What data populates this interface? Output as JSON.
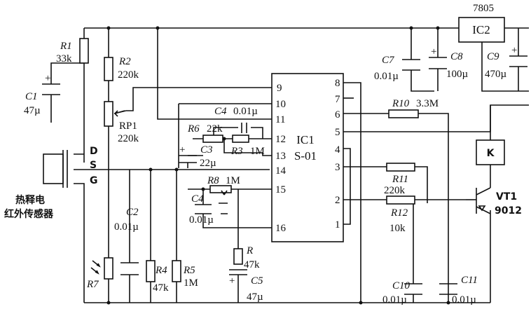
{
  "components": {
    "r1": {
      "ref": "R1",
      "value": "33k"
    },
    "r2": {
      "ref": "R2",
      "value": "220k"
    },
    "rp1": {
      "ref": "RP1",
      "value": "220k"
    },
    "c1": {
      "ref": "C1",
      "value": "47µ"
    },
    "c2": {
      "ref": "C2",
      "value": "0.01µ"
    },
    "c3": {
      "ref": "C3",
      "value": "22µ"
    },
    "c4": {
      "ref": "C4",
      "value": "0.01µ"
    },
    "c4b": {
      "ref": "C4",
      "value": "0.01µ"
    },
    "r6": {
      "ref": "R6",
      "value": "22k"
    },
    "r3": {
      "ref": "R3",
      "value": "1M"
    },
    "r8": {
      "ref": "R8",
      "value": "1M"
    },
    "r7": {
      "ref": "R7"
    },
    "r4": {
      "ref": "R4",
      "value": "47k"
    },
    "r5": {
      "ref": "R5",
      "value": "1M"
    },
    "r": {
      "ref": "R",
      "value": "47k"
    },
    "c5": {
      "ref": "C5",
      "value": "47µ"
    },
    "c7": {
      "ref": "C7",
      "value": "0.01µ"
    },
    "c8": {
      "ref": "C8",
      "value": "100µ"
    },
    "c9": {
      "ref": "C9",
      "value": "470µ"
    },
    "c10": {
      "ref": "C10",
      "value": "0.01µ"
    },
    "c11": {
      "ref": "C11",
      "value": "0.01µ"
    },
    "r10": {
      "ref": "R10",
      "value": "3.3M"
    },
    "r11": {
      "ref": "R11",
      "value": "220k"
    },
    "r12": {
      "ref": "R12",
      "value": "10k"
    },
    "vt1": {
      "ref": "VT1",
      "value": "9012"
    },
    "relay": {
      "ref": "K"
    }
  },
  "ic1": {
    "ref": "IC1",
    "part": "S-01",
    "left_pins": [
      "9",
      "10",
      "11",
      "12",
      "13",
      "14",
      "15",
      "16"
    ],
    "right_pins": [
      "8",
      "7",
      "6",
      "5",
      "4",
      "3",
      "2",
      "1"
    ]
  },
  "ic2": {
    "ref": "IC2",
    "part": "7805"
  },
  "sensor": {
    "pins": [
      "D",
      "S",
      "G"
    ],
    "label_line1": "热释电",
    "label_line2": "红外传感器"
  }
}
